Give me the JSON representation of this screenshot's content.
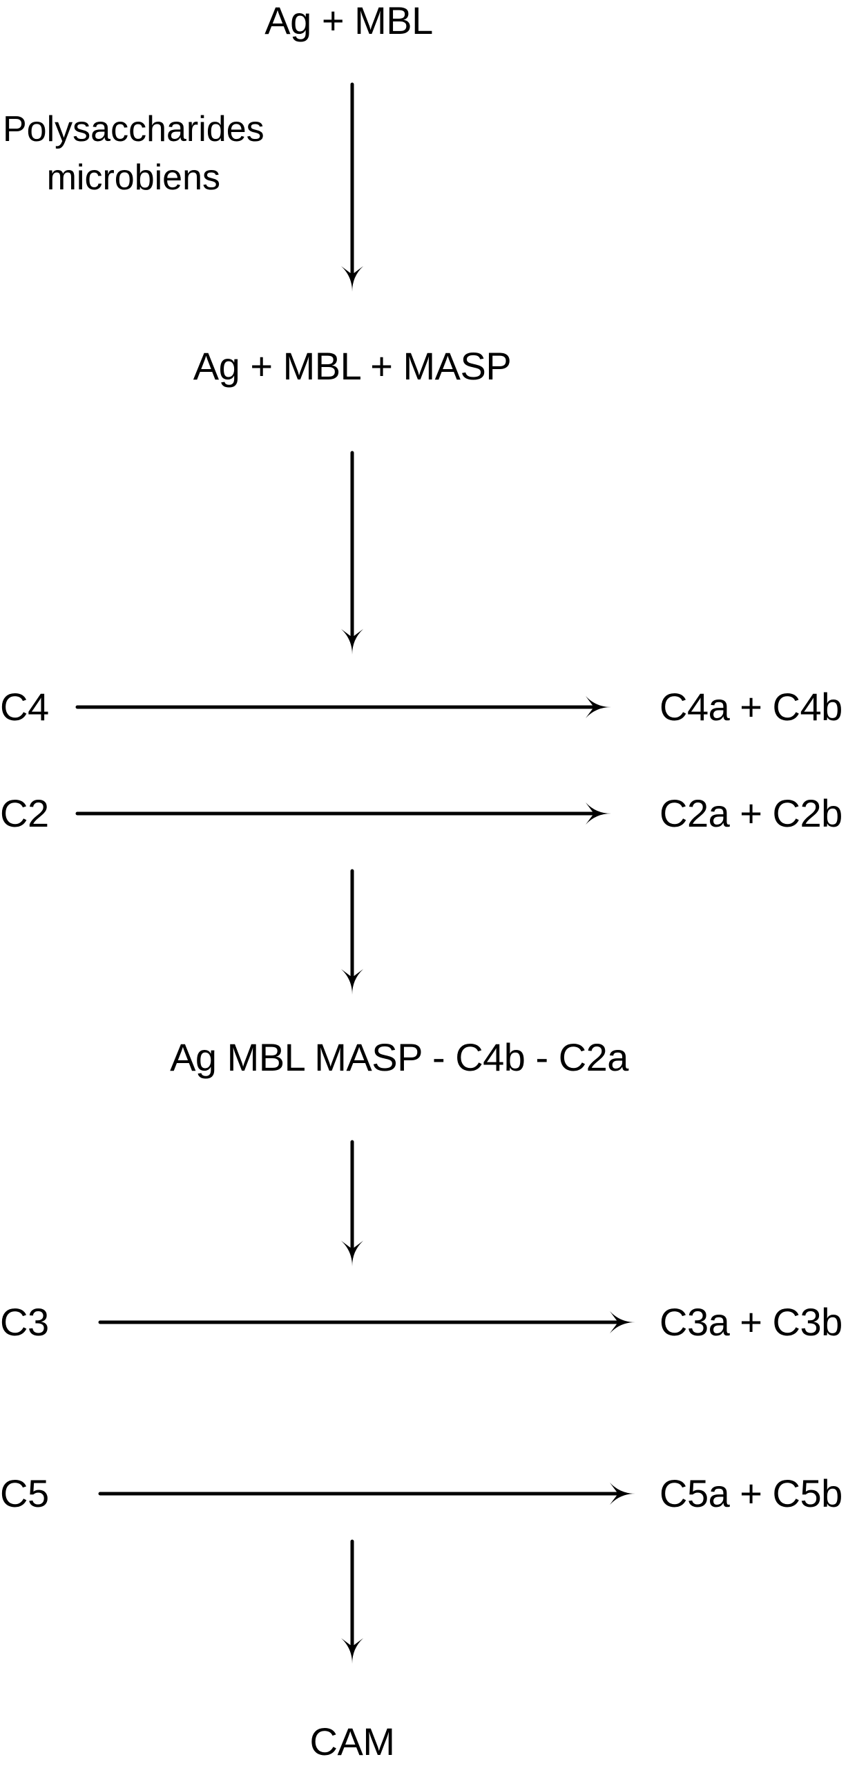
{
  "nodes": {
    "ag_mbl": "Ag + MBL",
    "polysaccharides_line1": "Polysaccharides",
    "polysaccharides_line2": "microbiens",
    "ag_mbl_masp": "Ag + MBL + MASP",
    "c4": "C4",
    "c4_products": "C4a + C4b",
    "c2": "C2",
    "c2_products": "C2a + C2b",
    "complex": "Ag MBL MASP - C4b - C2a",
    "c3": "C3",
    "c3_products": "C3a + C3b",
    "c5": "C5",
    "c5_products": "C5a + C5b",
    "cam": "CAM"
  },
  "colors": {
    "line": "#000000",
    "background": "#ffffff"
  }
}
